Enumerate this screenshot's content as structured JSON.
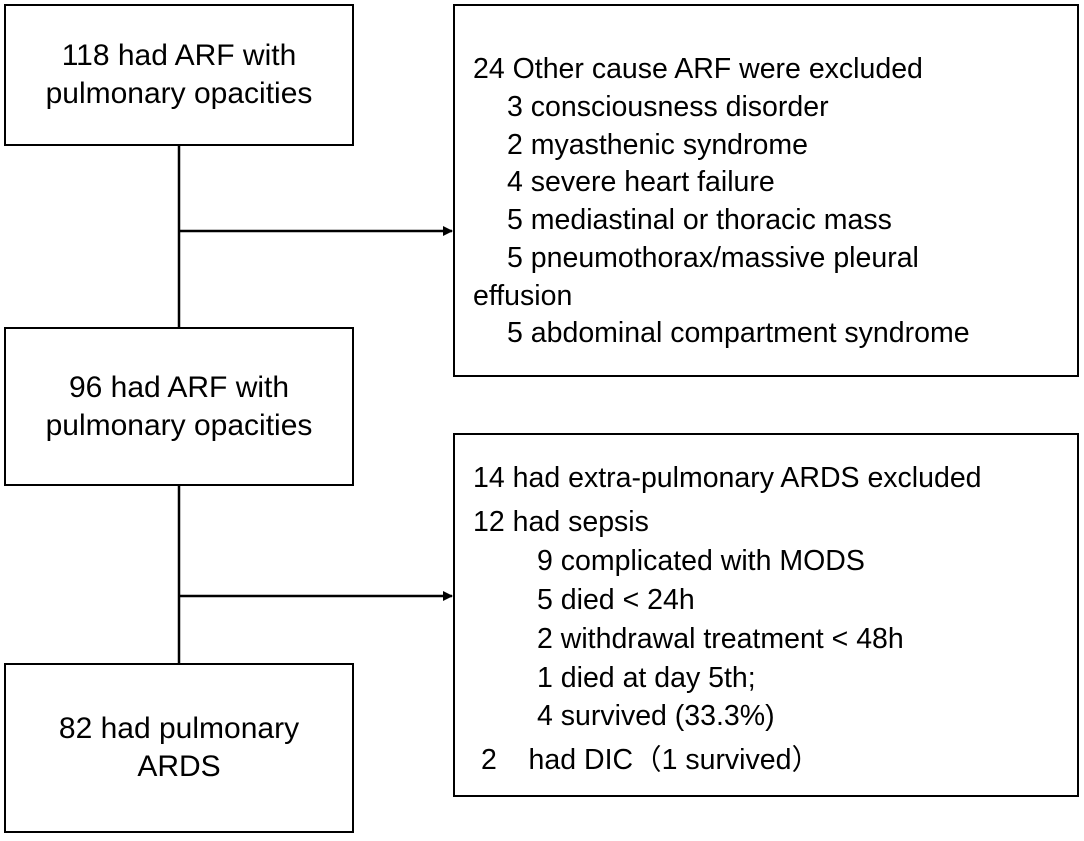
{
  "left_boxes": {
    "box1": {
      "line1": "118 had ARF with",
      "line2": "pulmonary opacities"
    },
    "box2": {
      "line1": "96 had ARF with",
      "line2": "pulmonary opacities"
    },
    "box3": {
      "line1": "82 had pulmonary",
      "line2": "ARDS"
    }
  },
  "exclusion_box_1": {
    "header": "24  Other cause ARF were excluded",
    "items": [
      "3 consciousness disorder",
      "2 myasthenic syndrome",
      "4 severe heart failure",
      "5 mediastinal or thoracic mass",
      "5 pneumothorax/massive pleural",
      "effusion",
      "5 abdominal compartment syndrome"
    ]
  },
  "exclusion_box_2": {
    "header": "14  had  extra-pulmonary ARDS excluded",
    "sepsis": "12  had sepsis",
    "sepsis_items": [
      "9 complicated with MODS",
      "5 died < 24h",
      "2 withdrawal treatment < 48h",
      "1 died at day 5th;",
      "4 survived (33.3%)"
    ],
    "dic": "2    had DIC（1 survived）"
  }
}
